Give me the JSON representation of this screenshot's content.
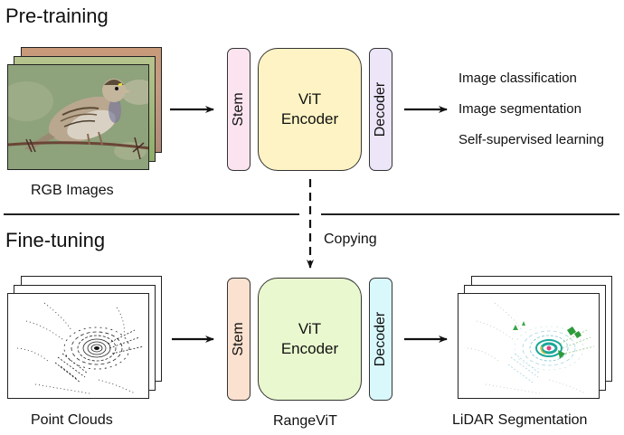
{
  "sections": {
    "pretraining": {
      "title": "Pre-training",
      "input_label": "RGB Images",
      "stem_label": "Stem",
      "encoder_line1": "ViT",
      "encoder_line2": "Encoder",
      "decoder_label": "Decoder",
      "outputs": [
        "Image classification",
        "Image segmentation",
        "Self-supervised learning"
      ]
    },
    "finetuning": {
      "title": "Fine-tuning",
      "input_label": "Point Clouds",
      "stem_label": "Stem",
      "encoder_line1": "ViT",
      "encoder_line2": "Encoder",
      "decoder_label": "Decoder",
      "model_label": "RangeViT",
      "output_label": "LiDAR Segmentation"
    }
  },
  "copy_arrow_label": "Copying",
  "colors": {
    "pretrain_stem": "#fbe4ef",
    "pretrain_encoder": "#fdf3c4",
    "pretrain_decoder": "#ece6f8",
    "finetune_stem": "#fbe1cf",
    "finetune_encoder": "#e9f8cf",
    "finetune_decoder": "#d9f8fb",
    "bird_bg": "#8ea27c",
    "pc_ink": "#222222",
    "seg_teal": "#1aa89a",
    "seg_green": "#2d9b3a"
  }
}
